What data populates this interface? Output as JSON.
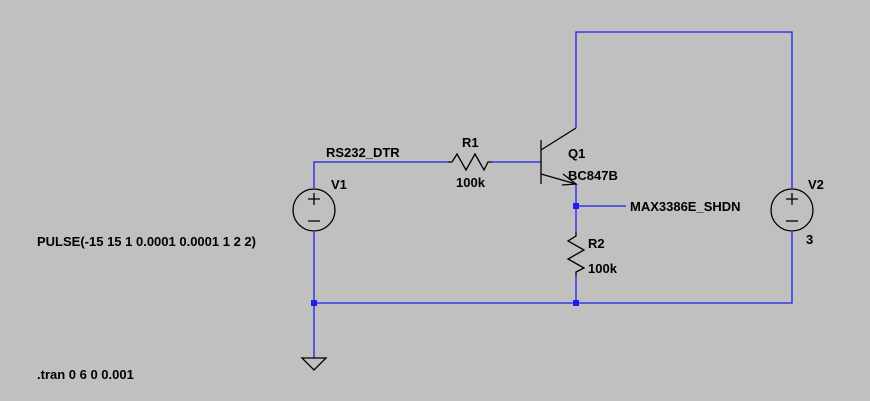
{
  "components": {
    "v1": {
      "name": "V1",
      "value": "PULSE(-15 15 1 0.0001 0.0001 1 2 2)"
    },
    "v2": {
      "name": "V2",
      "value": "3"
    },
    "r1": {
      "name": "R1",
      "value": "100k"
    },
    "r2": {
      "name": "R2",
      "value": "100k"
    },
    "q1": {
      "name": "Q1",
      "model": "BC847B"
    }
  },
  "nets": {
    "input": "RS232_DTR",
    "output": "MAX3386E_SHDN"
  },
  "directives": {
    "tran": ".tran 0 6 0 0.001"
  },
  "colors": {
    "background": "#c0c0c0",
    "wire": "#1e1ef0",
    "component": "#000000",
    "text": "#000000"
  }
}
